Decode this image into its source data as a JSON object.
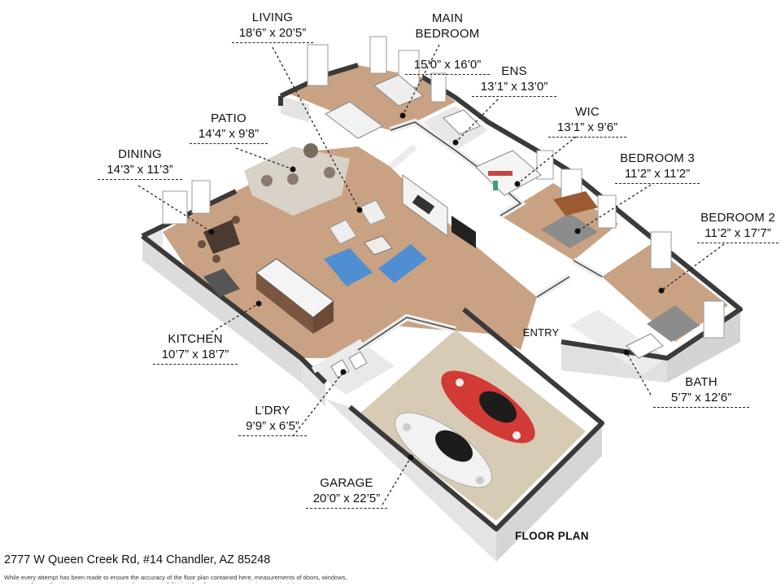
{
  "title": "FLOOR PLAN",
  "address": "2777 W Queen Creek Rd, #14 Chandler, AZ 85248",
  "disclaimer": "While every attempt has been made to ensure the accuracy of the floor plan contained here, measurements of doors, windows, rooms and any other items are approximate and no responsibility is taken for any error, omission, or misstatement.",
  "rooms": {
    "living": {
      "name": "LIVING",
      "dims": "18’6” x 20’5”"
    },
    "main_bed": {
      "name": "MAIN\nBEDROOM",
      "dims": "15’0” x 16’0”"
    },
    "ens": {
      "name": "ENS",
      "dims": "13’1” x 13’0”"
    },
    "patio": {
      "name": "PATIO",
      "dims": "14’4” x 9’8”"
    },
    "wic": {
      "name": "WIC",
      "dims": "13’1” x 9’6”"
    },
    "dining": {
      "name": "DINING",
      "dims": "14’3” x 11’3”"
    },
    "bedroom3": {
      "name": "BEDROOM 3",
      "dims": "11’2” x 11’2”"
    },
    "bedroom2": {
      "name": "BEDROOM 2",
      "dims": "11’2” x 17’7”"
    },
    "kitchen": {
      "name": "KITCHEN",
      "dims": "10’7” x 18’7”"
    },
    "entry": {
      "name": "ENTRY"
    },
    "bath": {
      "name": "BATH",
      "dims": "5’7” x 12’6”"
    },
    "laundry": {
      "name": "L’DRY",
      "dims": "9’9” x 6’5”"
    },
    "garage": {
      "name": "GARAGE",
      "dims": "20’0” x 22’5”"
    }
  },
  "colors": {
    "floor": "#c9a284",
    "garage_floor": "#d8cbb5",
    "wall_top": "#3a3a3a",
    "wall_face": "#e8e8e8",
    "sofa": "#4f8fd1",
    "car_red": "#d23a36",
    "car_white": "#f2f2f2",
    "car_roof": "#1c1c1c"
  }
}
